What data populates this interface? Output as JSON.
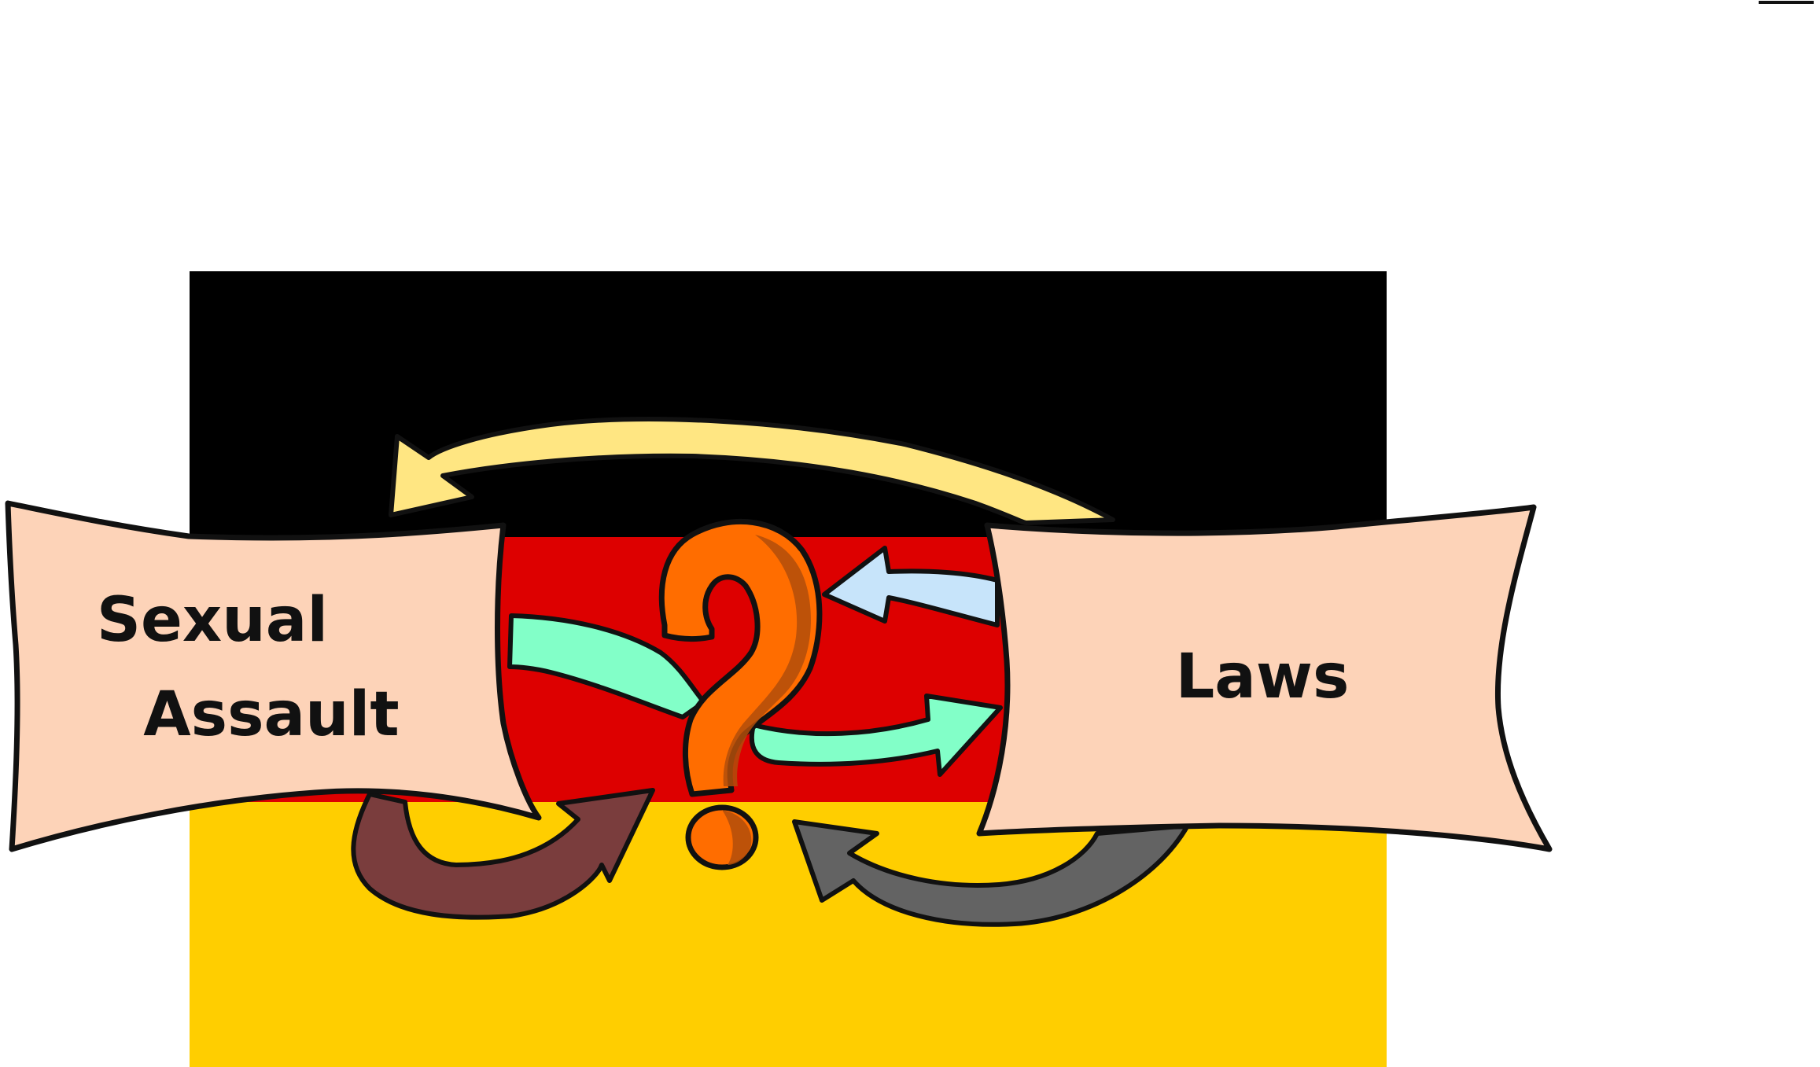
{
  "labels": {
    "left_line1": "Sexual",
    "left_line2": "Assault",
    "right": "Laws"
  },
  "flag": {
    "stripes": [
      "#000000",
      "#DD0000",
      "#FFCE00"
    ]
  },
  "colors": {
    "panel": "#FDD3B8",
    "outline": "#111111",
    "arrow_top": "#FFE682",
    "arrow_light_blue": "#C7E4FA",
    "arrow_mint": "#82FFC8",
    "arrow_brown": "#7A3D3D",
    "arrow_gray": "#636363",
    "question": "#FF6D00",
    "question_shade": "#B24E0A"
  },
  "icons": [
    "question-mark-icon",
    "arrow-icon"
  ]
}
